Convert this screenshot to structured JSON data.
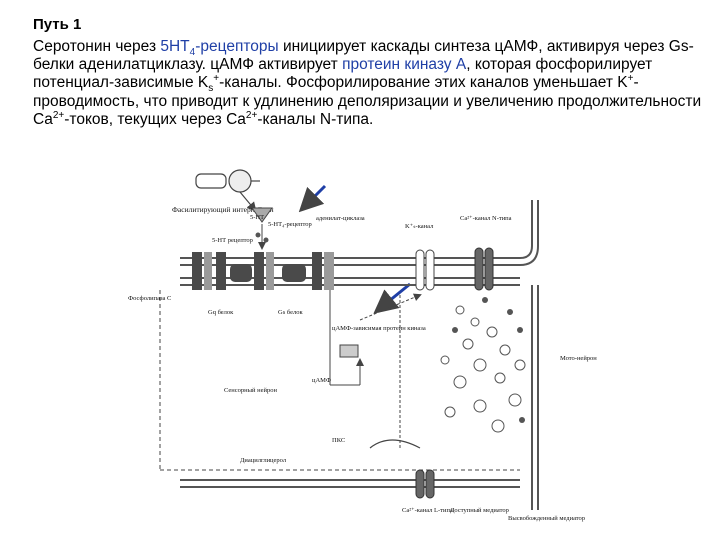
{
  "slide": {
    "title": "Путь 1",
    "paragraph": {
      "s1": "Серотонин через ",
      "s2": "5НТ",
      "s2_sub": "4",
      "s3": "-рецепторы",
      "s4": " инициирует каскады синтеза цАМФ, активируя через Gs-белки аденилатциклазу. цАМФ активирует ",
      "s5": "протеин киназу А",
      "s6": ", которая фосфорилирует потенциал-зависимые K",
      "s6_sub": "s",
      "s6_sup": "+",
      "s7": "-каналы. Фосфорилирование этих каналов уменьшает K",
      "s7_sup": "+",
      "s8": "-проводимость, что приводит к удлинению деполяризации и увеличению продолжительности Ca",
      "s8_sup": "2+",
      "s9": "-токов, текущих через Ca",
      "s9_sup": "2+",
      "s10": "-каналы N-типа."
    }
  },
  "diagram": {
    "labels": {
      "facilitating_interneuron": "Фасилитирующий интернейрон",
      "ht_5": "5-НТ",
      "ht5_receptor_left": "5-НТ рецептор",
      "ht4_receptor": "5-НТ₄-рецептор",
      "adenylate_cyclase": "аденилат-циклаза",
      "ks_channel": "K⁺ₛ-канал",
      "ca_channel_n": "Ca²⁺-канал N-типа",
      "phospholipase_c": "Фосфолипаза С",
      "gq_protein": "Gq белок",
      "gs_protein": "Gs белок",
      "camp_pka": "цАМФ-зависимая протеин киназа",
      "camp": "цАМФ",
      "motor_neuron": "Мото-нейрон",
      "sensory_neuron": "Сенсорный нейрон",
      "pkc": "ПКС",
      "dag": "Диацилглицерол",
      "ca_channel_l": "Ca²⁺-канал L-типа",
      "available_mediator": "Доступный медиатор",
      "released_mediator": "Высвобожденный медиатор"
    },
    "colors": {
      "arrow": "#1f3fa6",
      "line": "#444444",
      "protein_dark": "#4a4a4a",
      "protein_light": "#9a9a9a"
    }
  }
}
